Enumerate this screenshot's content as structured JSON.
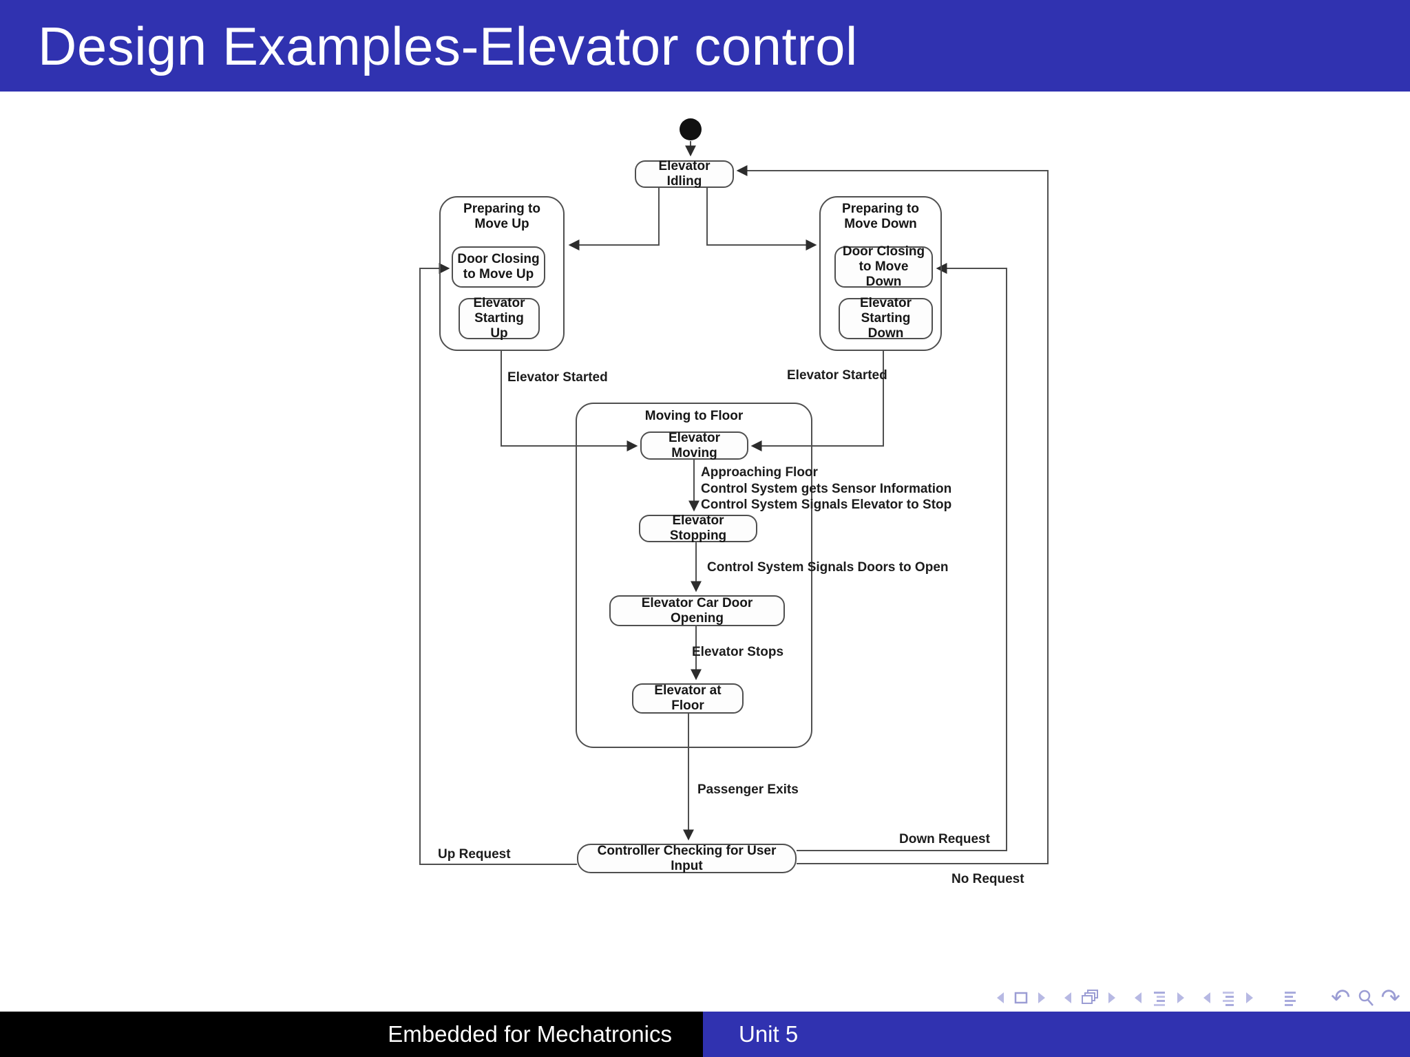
{
  "slide": {
    "title": "Design Examples-Elevator control"
  },
  "footer": {
    "course": "Embedded for Mechatronics",
    "unit": "Unit 5"
  },
  "colors": {
    "header_bg": "#3032b0",
    "footer_black": "#000000",
    "footer_blue": "#3032b0",
    "nav_icon": "#9b9dd4",
    "diagram_line": "#4f4f4f",
    "text": "#161616"
  },
  "diagram": {
    "states": {
      "idling": "Elevator Idling",
      "preparing_up_title": "Preparing to Move Up",
      "door_closing_up": "Door Closing to Move Up",
      "starting_up": "Elevator Starting Up",
      "preparing_down_title": "Preparing to Move Down",
      "door_closing_down": "Door Closing to Move Down",
      "starting_down": "Elevator Starting Down",
      "moving_to_floor_title": "Moving to Floor",
      "moving": "Elevator Moving",
      "stopping": "Elevator Stopping",
      "car_door_opening": "Elevator Car Door Opening",
      "at_floor": "Elevator at Floor",
      "controller_checking": "Controller Checking for User Input"
    },
    "transitions": {
      "elevator_started_left": "Elevator Started",
      "elevator_started_right": "Elevator Started",
      "approaching_line1": "Approaching Floor",
      "approaching_line2": "Control System gets Sensor Information",
      "approaching_line3": "Control System Signals Elevator to Stop",
      "doors_open": "Control System Signals Doors to Open",
      "elevator_stops": "Elevator Stops",
      "passenger_exits": "Passenger Exits",
      "up_request": "Up Request",
      "down_request": "Down Request",
      "no_request": "No Request"
    }
  },
  "nav": {
    "icons": [
      "slide-back",
      "frame",
      "slide-forward",
      "frameset-back",
      "frameset",
      "frameset-forward",
      "section-back",
      "section",
      "section-forward",
      "subsection-back",
      "subsection",
      "subsection-forward",
      "document",
      "undo",
      "search",
      "redo"
    ]
  }
}
